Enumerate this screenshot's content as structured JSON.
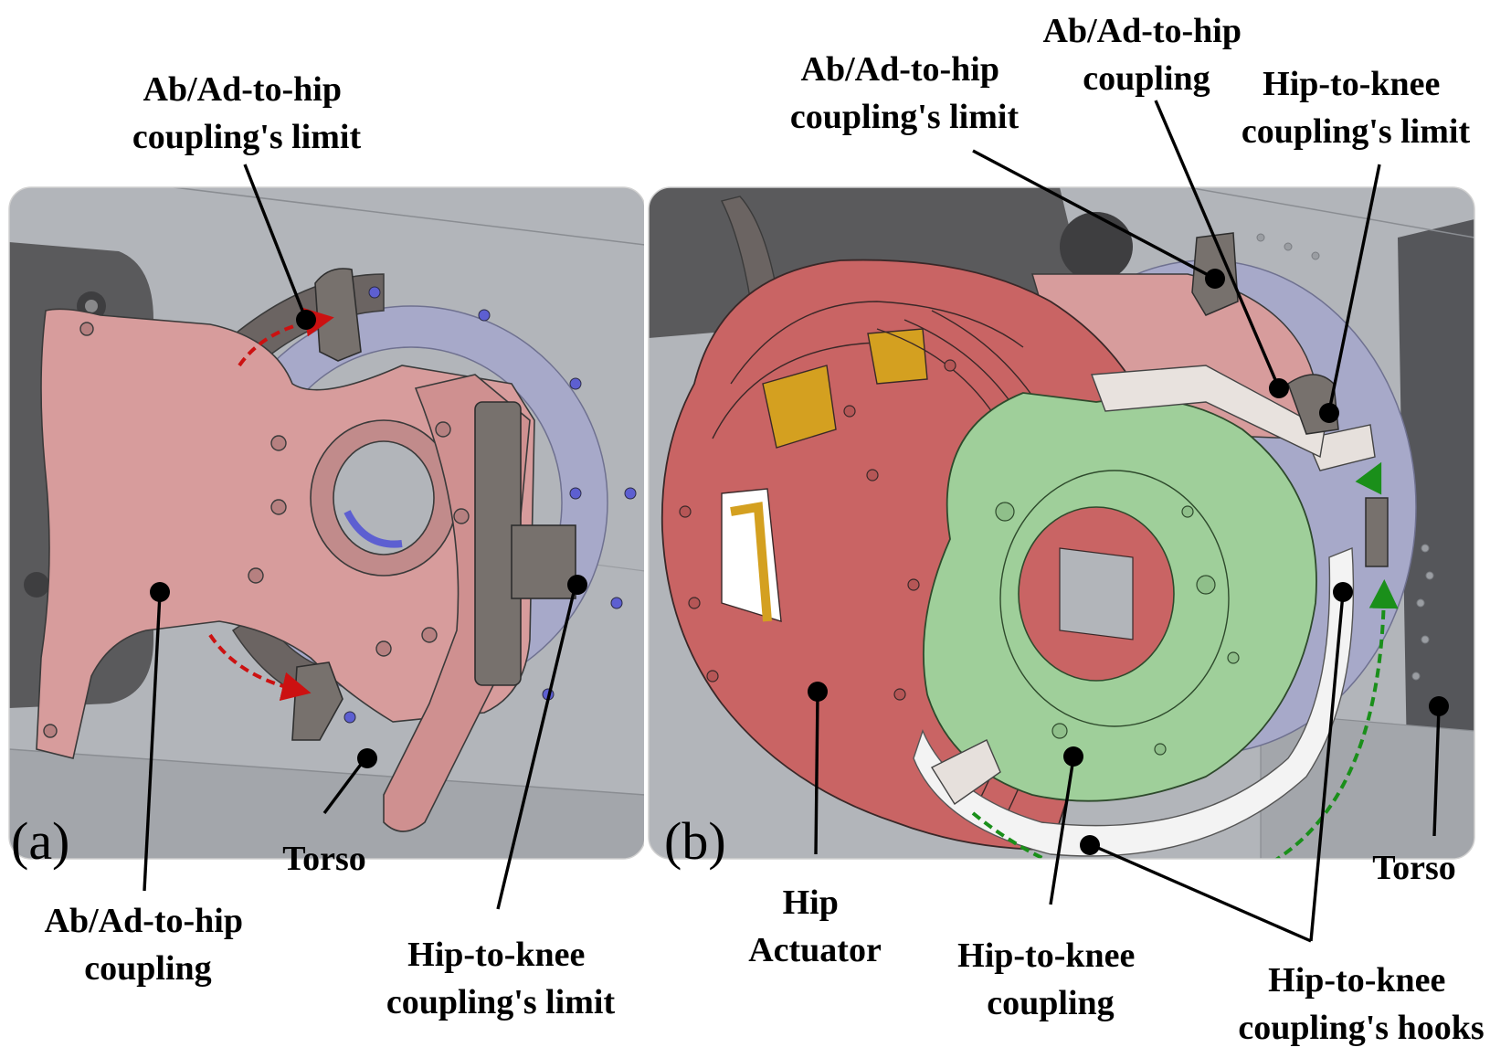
{
  "panel_a": {
    "tag": "(a)",
    "labels": {
      "abad_limit": [
        "Ab/Ad-to-hip",
        "coupling's limit"
      ],
      "abad_coupling": [
        "Ab/Ad-to-hip",
        "coupling"
      ],
      "torso": [
        "Torso"
      ],
      "hipknee_limit": [
        "Hip-to-knee",
        "coupling's limit"
      ]
    }
  },
  "panel_b": {
    "tag": "(b)",
    "labels": {
      "abad_limit": [
        "Ab/Ad-to-hip",
        "coupling's limit"
      ],
      "abad_coupling": [
        "Ab/Ad-to-hip",
        "coupling"
      ],
      "hipknee_limit": [
        "Hip-to-knee",
        "coupling's limit"
      ],
      "hip_actuator": [
        "Hip",
        "Actuator"
      ],
      "hipknee_coupling": [
        "Hip-to-knee",
        "coupling"
      ],
      "hipknee_hooks": [
        "Hip-to-knee",
        "coupling's hooks"
      ],
      "torso": [
        "Torso"
      ]
    }
  },
  "colors": {
    "torso": "#b2b5ba",
    "dark_bracket": "#5a5a5c",
    "pink_coupling": "#d79c9c",
    "red_actuator": "#c96464",
    "green_coupling": "#9fcf9a",
    "lavender_ring": "#a7a9c9",
    "limit_block": "#77716d",
    "red_arrow": "#cc1111",
    "green_arrow": "#1a8f1a"
  }
}
